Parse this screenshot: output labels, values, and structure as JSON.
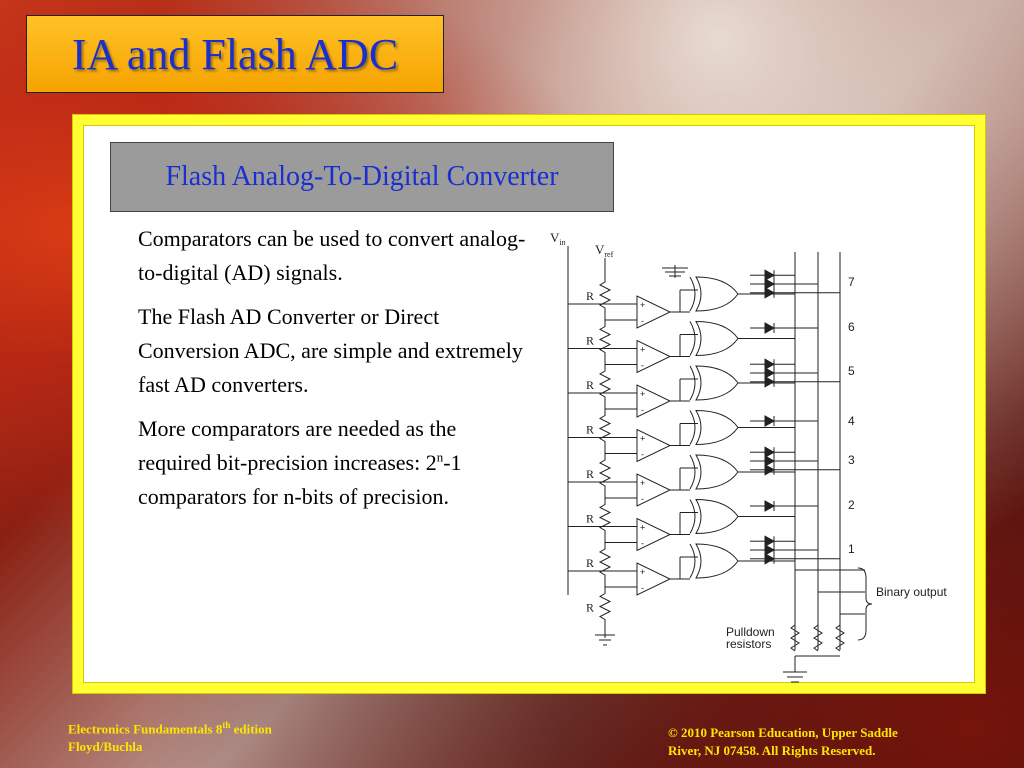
{
  "slide": {
    "title": "IA and Flash ADC",
    "subtitle": "Flash Analog-To-Digital Converter",
    "paragraphs": {
      "p1": "Comparators can be used to convert analog-to-digital (AD) signals.",
      "p2": "The Flash AD Converter or Direct Conversion ADC, are simple and extremely fast AD converters.",
      "p3_before": "More comparators are needed as the required bit-precision increases: 2",
      "p3_sup": "n",
      "p3_after": "-1 comparators for n-bits of precision."
    }
  },
  "circuit": {
    "vin_main": "V",
    "vin_sub": "in",
    "vref_main": "V",
    "vref_sub": "ref",
    "resistor_label": "R",
    "plus": "+",
    "minus": "-",
    "output_numbers": [
      "7",
      "6",
      "5",
      "4",
      "3",
      "2",
      "1"
    ],
    "binary_output": "Binary output",
    "pulldown_line1": "Pulldown",
    "pulldown_line2": "resistors"
  },
  "footer": {
    "left_line1_before": "Electronics Fundamentals 8",
    "left_line1_sup": "th",
    "left_line1_after": " edition",
    "left_line2": "Floyd/Buchla",
    "right_line1": "© 2010 Pearson Education, Upper Saddle",
    "right_line2": "River, NJ 07458.  All Rights Reserved."
  },
  "colors": {
    "title_bg": "#f5a300",
    "title_text": "#1a2fd0",
    "frame": "#ffff33",
    "subtitle_bg": "#9b9b9b",
    "footer_text": "#ffe600"
  }
}
